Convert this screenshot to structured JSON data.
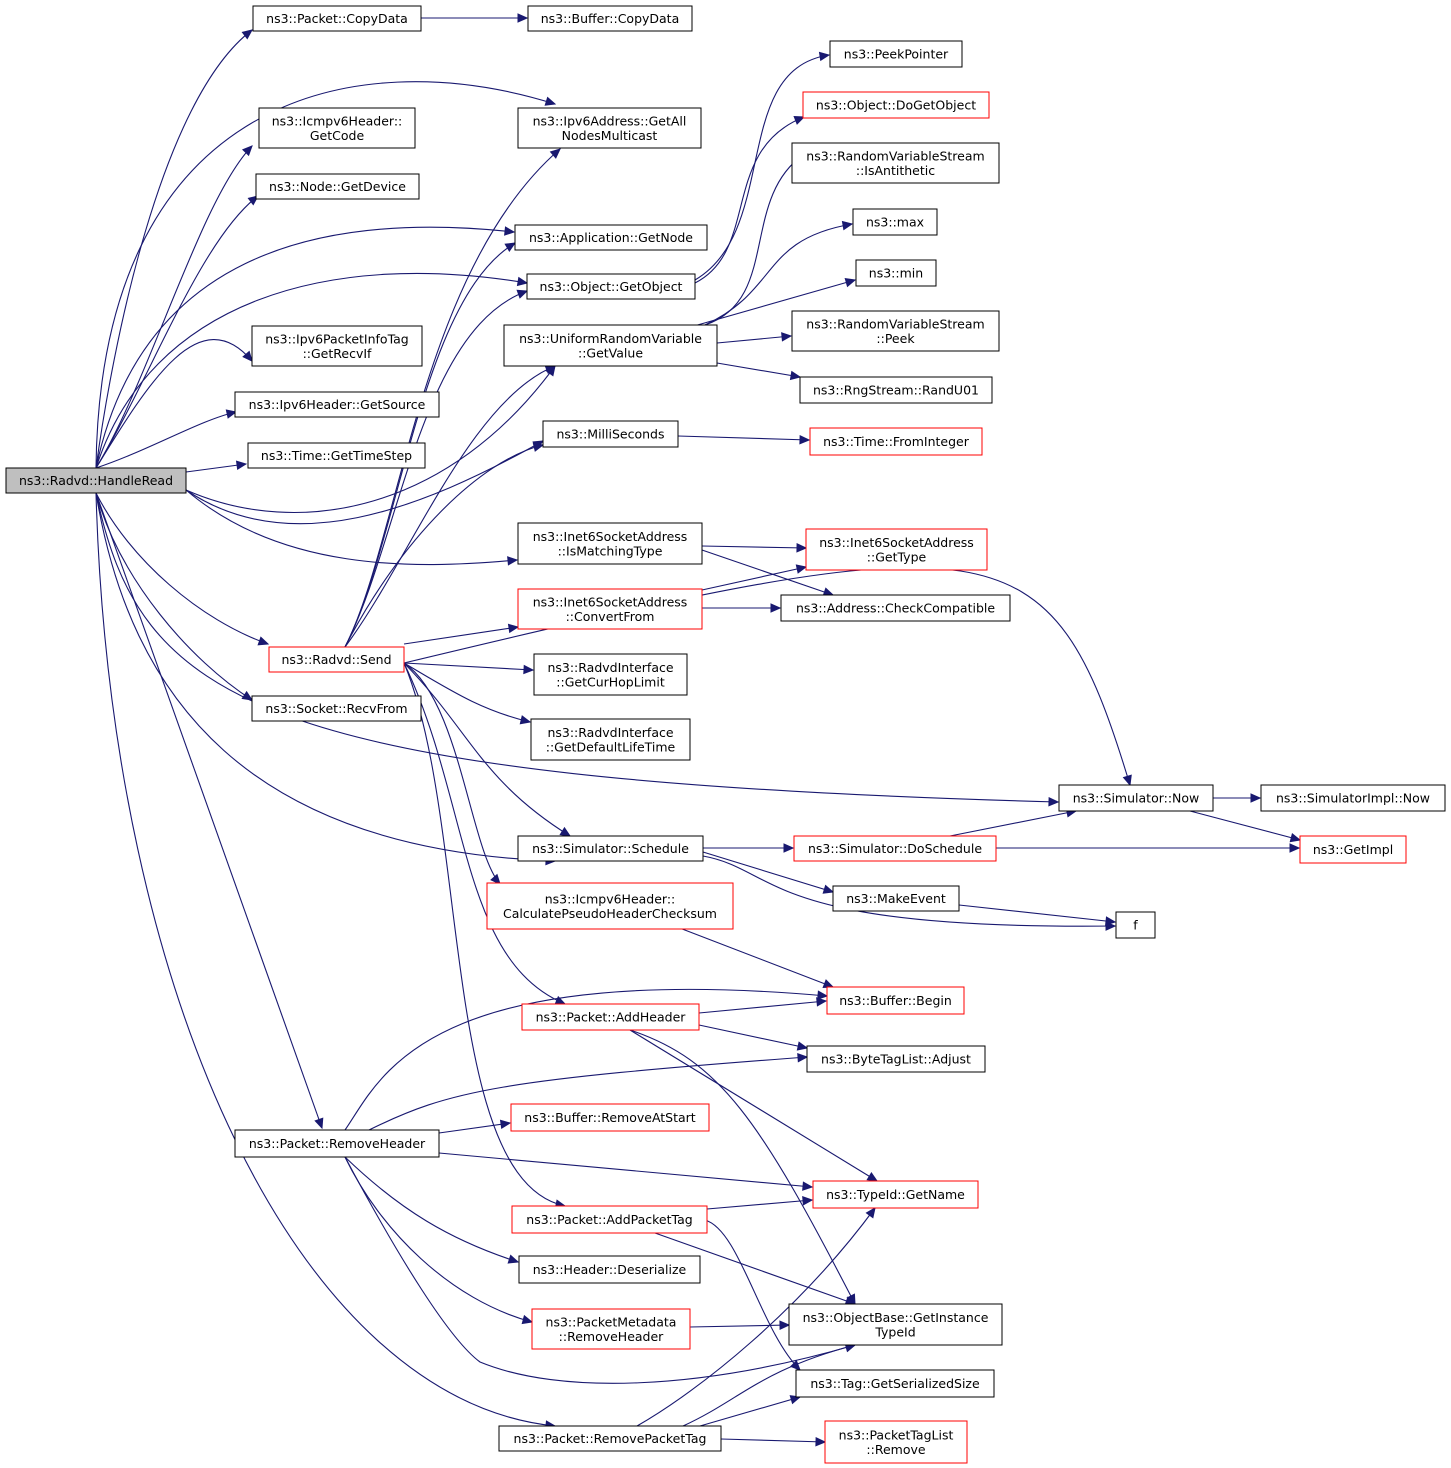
{
  "diagram": {
    "nodes": [
      {
        "id": "handleread",
        "lines": [
          "ns3::Radvd::HandleRead"
        ],
        "style": "gray"
      },
      {
        "id": "copydata",
        "lines": [
          "ns3::Packet::CopyData"
        ],
        "style": "black"
      },
      {
        "id": "buffer_copydata",
        "lines": [
          "ns3::Buffer::CopyData"
        ],
        "style": "black"
      },
      {
        "id": "getcode",
        "lines": [
          "ns3::Icmpv6Header::",
          "GetCode"
        ],
        "style": "black"
      },
      {
        "id": "getallnodes",
        "lines": [
          "ns3::Ipv6Address::GetAll",
          "NodesMulticast"
        ],
        "style": "black"
      },
      {
        "id": "getdevice",
        "lines": [
          "ns3::Node::GetDevice"
        ],
        "style": "black"
      },
      {
        "id": "app_getnode",
        "lines": [
          "ns3::Application::GetNode"
        ],
        "style": "black"
      },
      {
        "id": "getobject",
        "lines": [
          "ns3::Object::GetObject"
        ],
        "style": "black"
      },
      {
        "id": "getrecvif",
        "lines": [
          "ns3::Ipv6PacketInfoTag",
          "::GetRecvIf"
        ],
        "style": "black"
      },
      {
        "id": "getsource",
        "lines": [
          "ns3::Ipv6Header::GetSource"
        ],
        "style": "black"
      },
      {
        "id": "gettimestep",
        "lines": [
          "ns3::Time::GetTimeStep"
        ],
        "style": "black"
      },
      {
        "id": "send",
        "lines": [
          "ns3::Radvd::Send"
        ],
        "style": "red"
      },
      {
        "id": "recvfrom",
        "lines": [
          "ns3::Socket::RecvFrom"
        ],
        "style": "black"
      },
      {
        "id": "removeheader",
        "lines": [
          "ns3::Packet::RemoveHeader"
        ],
        "style": "black"
      },
      {
        "id": "removepackettag",
        "lines": [
          "ns3::Packet::RemovePacketTag"
        ],
        "style": "black"
      },
      {
        "id": "peekpointer",
        "lines": [
          "ns3::PeekPointer"
        ],
        "style": "black"
      },
      {
        "id": "dogetobject",
        "lines": [
          "ns3::Object::DoGetObject"
        ],
        "style": "red"
      },
      {
        "id": "isantithetic",
        "lines": [
          "ns3::RandomVariableStream",
          "::IsAntithetic"
        ],
        "style": "black"
      },
      {
        "id": "max",
        "lines": [
          "ns3::max"
        ],
        "style": "black"
      },
      {
        "id": "min",
        "lines": [
          "ns3::min"
        ],
        "style": "black"
      },
      {
        "id": "getvalue",
        "lines": [
          "ns3::UniformRandomVariable",
          "::GetValue"
        ],
        "style": "black"
      },
      {
        "id": "peek",
        "lines": [
          "ns3::RandomVariableStream",
          "::Peek"
        ],
        "style": "black"
      },
      {
        "id": "randu01",
        "lines": [
          "ns3::RngStream::RandU01"
        ],
        "style": "black"
      },
      {
        "id": "milliseconds",
        "lines": [
          "ns3::MilliSeconds"
        ],
        "style": "black"
      },
      {
        "id": "frominteger",
        "lines": [
          "ns3::Time::FromInteger"
        ],
        "style": "red"
      },
      {
        "id": "ismatchingtype",
        "lines": [
          "ns3::Inet6SocketAddress",
          "::IsMatchingType"
        ],
        "style": "black"
      },
      {
        "id": "inet6_gettype",
        "lines": [
          "ns3::Inet6SocketAddress",
          "::GetType"
        ],
        "style": "red"
      },
      {
        "id": "convertfrom",
        "lines": [
          "ns3::Inet6SocketAddress",
          "::ConvertFrom"
        ],
        "style": "red"
      },
      {
        "id": "checkcompatible",
        "lines": [
          "ns3::Address::CheckCompatible"
        ],
        "style": "black"
      },
      {
        "id": "getcurhoplimit",
        "lines": [
          "ns3::RadvdInterface",
          "::GetCurHopLimit"
        ],
        "style": "black"
      },
      {
        "id": "getdefaultlifetime",
        "lines": [
          "ns3::RadvdInterface",
          "::GetDefaultLifeTime"
        ],
        "style": "black"
      },
      {
        "id": "now",
        "lines": [
          "ns3::Simulator::Now"
        ],
        "style": "black"
      },
      {
        "id": "simimpl_now",
        "lines": [
          "ns3::SimulatorImpl::Now"
        ],
        "style": "black"
      },
      {
        "id": "schedule",
        "lines": [
          "ns3::Simulator::Schedule"
        ],
        "style": "black"
      },
      {
        "id": "doschedule",
        "lines": [
          "ns3::Simulator::DoSchedule"
        ],
        "style": "red"
      },
      {
        "id": "getimpl",
        "lines": [
          "ns3::GetImpl"
        ],
        "style": "red"
      },
      {
        "id": "makeevent",
        "lines": [
          "ns3::MakeEvent"
        ],
        "style": "black"
      },
      {
        "id": "f",
        "lines": [
          "f"
        ],
        "style": "black"
      },
      {
        "id": "calcchecksum",
        "lines": [
          "ns3::Icmpv6Header::",
          "CalculatePseudoHeaderChecksum"
        ],
        "style": "red"
      },
      {
        "id": "buffer_begin",
        "lines": [
          "ns3::Buffer::Begin"
        ],
        "style": "red"
      },
      {
        "id": "addheader",
        "lines": [
          "ns3::Packet::AddHeader"
        ],
        "style": "red"
      },
      {
        "id": "adjust",
        "lines": [
          "ns3::ByteTagList::Adjust"
        ],
        "style": "black"
      },
      {
        "id": "removeatstart",
        "lines": [
          "ns3::Buffer::RemoveAtStart"
        ],
        "style": "red"
      },
      {
        "id": "typeid_getname",
        "lines": [
          "ns3::TypeId::GetName"
        ],
        "style": "red"
      },
      {
        "id": "addpackettag",
        "lines": [
          "ns3::Packet::AddPacketTag"
        ],
        "style": "red"
      },
      {
        "id": "deserialize",
        "lines": [
          "ns3::Header::Deserialize"
        ],
        "style": "black"
      },
      {
        "id": "meta_removeheader",
        "lines": [
          "ns3::PacketMetadata",
          "::RemoveHeader"
        ],
        "style": "red"
      },
      {
        "id": "getinstancetypeid",
        "lines": [
          "ns3::ObjectBase::GetInstance",
          "TypeId"
        ],
        "style": "black"
      },
      {
        "id": "getserializedsize",
        "lines": [
          "ns3::Tag::GetSerializedSize"
        ],
        "style": "black"
      },
      {
        "id": "taglist_remove",
        "lines": [
          "ns3::PacketTagList",
          "::Remove"
        ],
        "style": "red"
      }
    ]
  }
}
